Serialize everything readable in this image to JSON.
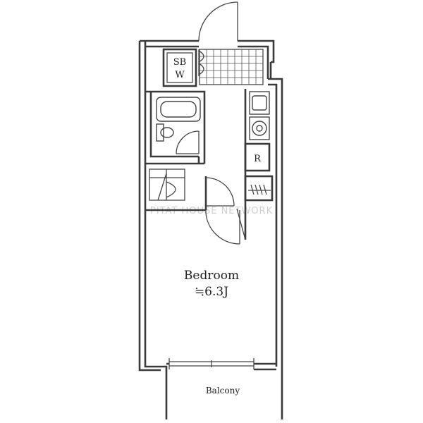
{
  "labels": {
    "sbw_line1": "SB",
    "sbw_line2": "W",
    "refrigerator": "R",
    "bedroom": "Bedroom",
    "bedroom_size": "≒6.3J",
    "balcony": "Balcony",
    "watermark": "PITAT HOUSE NETWORK"
  },
  "colors": {
    "wall": "#3a3a3a",
    "line": "#444444",
    "watermark": "#cfcfcf"
  }
}
